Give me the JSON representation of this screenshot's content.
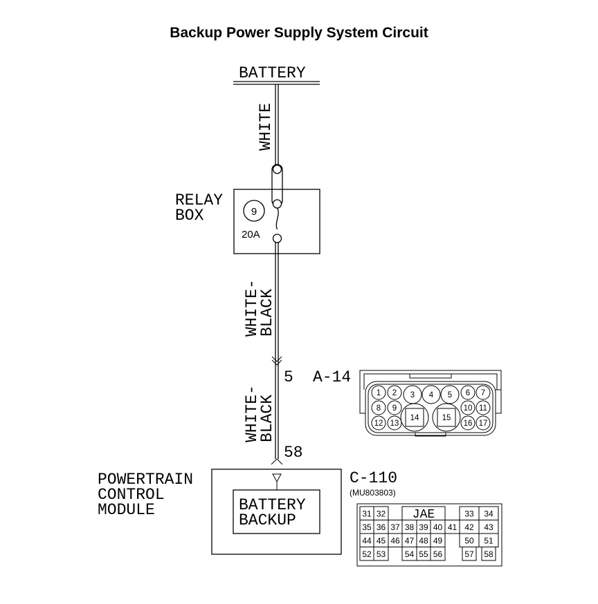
{
  "title": "Backup Power Supply System Circuit",
  "battery": {
    "label": "BATTERY"
  },
  "wires": {
    "battery_to_relay": "WHITE",
    "relay_to_a14": [
      "WHITE-",
      "BLACK"
    ],
    "a14_to_pcm": [
      "WHITE-",
      "BLACK"
    ]
  },
  "relay_box": {
    "label_line1": "RELAY",
    "label_line2": "BOX",
    "fuse_number": "9",
    "fuse_rating": "20A"
  },
  "connector_a14": {
    "pin": "5",
    "name": "A-14",
    "pins": [
      "1",
      "2",
      "3",
      "4",
      "5",
      "6",
      "7",
      "8",
      "9",
      "10",
      "11",
      "12",
      "13",
      "14",
      "15",
      "16",
      "17"
    ]
  },
  "pcm": {
    "label_line1": "POWERTRAIN",
    "label_line2": "CONTROL",
    "label_line3": "MODULE",
    "pin": "58",
    "inner_line1": "BATTERY",
    "inner_line2": "BACKUP"
  },
  "connector_c110": {
    "name": "C-110",
    "part_number": "(MU803803)",
    "maker": "JAE",
    "rows": [
      [
        "31",
        "32",
        "",
        "JAE",
        "",
        "33",
        "34"
      ],
      [
        "35",
        "36",
        "37",
        "38",
        "39",
        "40",
        "41",
        "42",
        "43"
      ],
      [
        "44",
        "45",
        "46",
        "47",
        "48",
        "49",
        "50",
        "51"
      ],
      [
        "52",
        "53",
        "54",
        "55",
        "56",
        "57",
        "58"
      ]
    ]
  }
}
